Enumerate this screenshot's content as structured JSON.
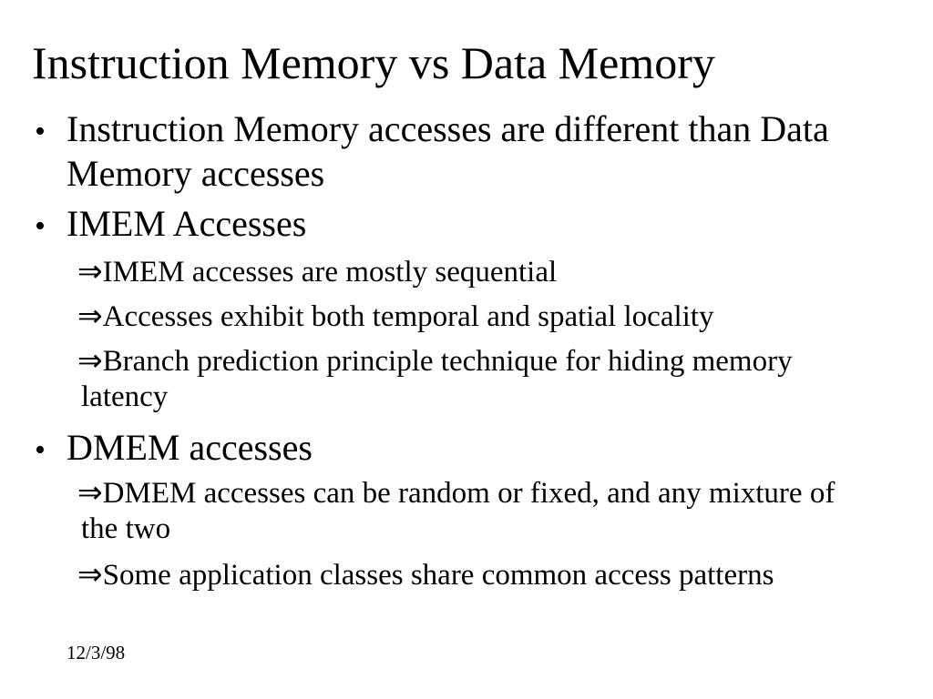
{
  "slide": {
    "title": "Instruction Memory vs Data Memory",
    "date": "12/3/98",
    "bullet_char": "•",
    "arrow_char": "⇒",
    "colors": {
      "background": "#ffffff",
      "text": "#000000"
    },
    "content": [
      {
        "level": 1,
        "lines": [
          "Instruction Memory accesses are different than Data",
          "Memory accesses"
        ]
      },
      {
        "level": 1,
        "lines": [
          "IMEM Accesses"
        ]
      },
      {
        "level": 2,
        "lines": [
          "IMEM accesses are mostly sequential"
        ]
      },
      {
        "level": 2,
        "lines": [
          "Accesses exhibit both temporal and spatial locality"
        ]
      },
      {
        "level": 2,
        "lines": [
          "Branch prediction principle technique for hiding memory",
          "latency"
        ]
      },
      {
        "level": 1,
        "lines": [
          "DMEM accesses"
        ]
      },
      {
        "level": 2,
        "lines": [
          "DMEM accesses can be random or fixed, and any mixture of",
          "the two"
        ]
      },
      {
        "level": 2,
        "lines": [
          "Some application classes share common access patterns"
        ]
      }
    ]
  }
}
